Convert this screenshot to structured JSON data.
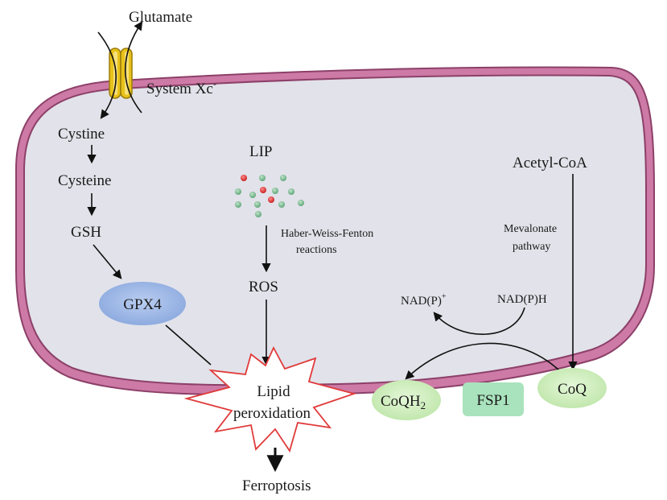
{
  "labels": {
    "glutamate": "Glutamate",
    "system_xc": "System Xc",
    "system_xc_sup": "-",
    "cystine": "Cystine",
    "cysteine": "Cysteine",
    "gsh": "GSH",
    "gpx4": "GPX4",
    "lip": "LIP",
    "haber_line1": "Haber-Weiss-Fenton",
    "haber_line2": "reactions",
    "ros": "ROS",
    "lipid_line1": "Lipid",
    "lipid_line2": "peroxidation",
    "ferroptosis": "Ferroptosis",
    "acetyl_coa": "Acetyl-CoA",
    "mevalonate_line1": "Mevalonate",
    "mevalonate_line2": "pathway",
    "nadp_plus": "NAD(P)",
    "nadp_plus_sup": "+",
    "nadph": "NAD(P)H",
    "coqh2": "CoQH",
    "coqh2_sub": "2",
    "fsp1": "FSP1",
    "coq": "CoQ"
  },
  "colors": {
    "membrane_outer": "#9a4f78",
    "membrane_fill": "#cd7aa6",
    "cytoplasm": "#e2e2ea",
    "gpx4_fill": "#9bb7e6",
    "green_node_fill": "#cdeebb",
    "fsp1_fill": "#a9e3bd",
    "starburst_stroke": "#e03a3a",
    "transporter_yellow": "#e8c21a",
    "iron_red": "#e03535",
    "iron_green": "#7fbf95"
  },
  "icons": [
    "system-xc-transporter-icon",
    "iron-particles-icon",
    "lipid-peroxidation-burst-icon"
  ]
}
